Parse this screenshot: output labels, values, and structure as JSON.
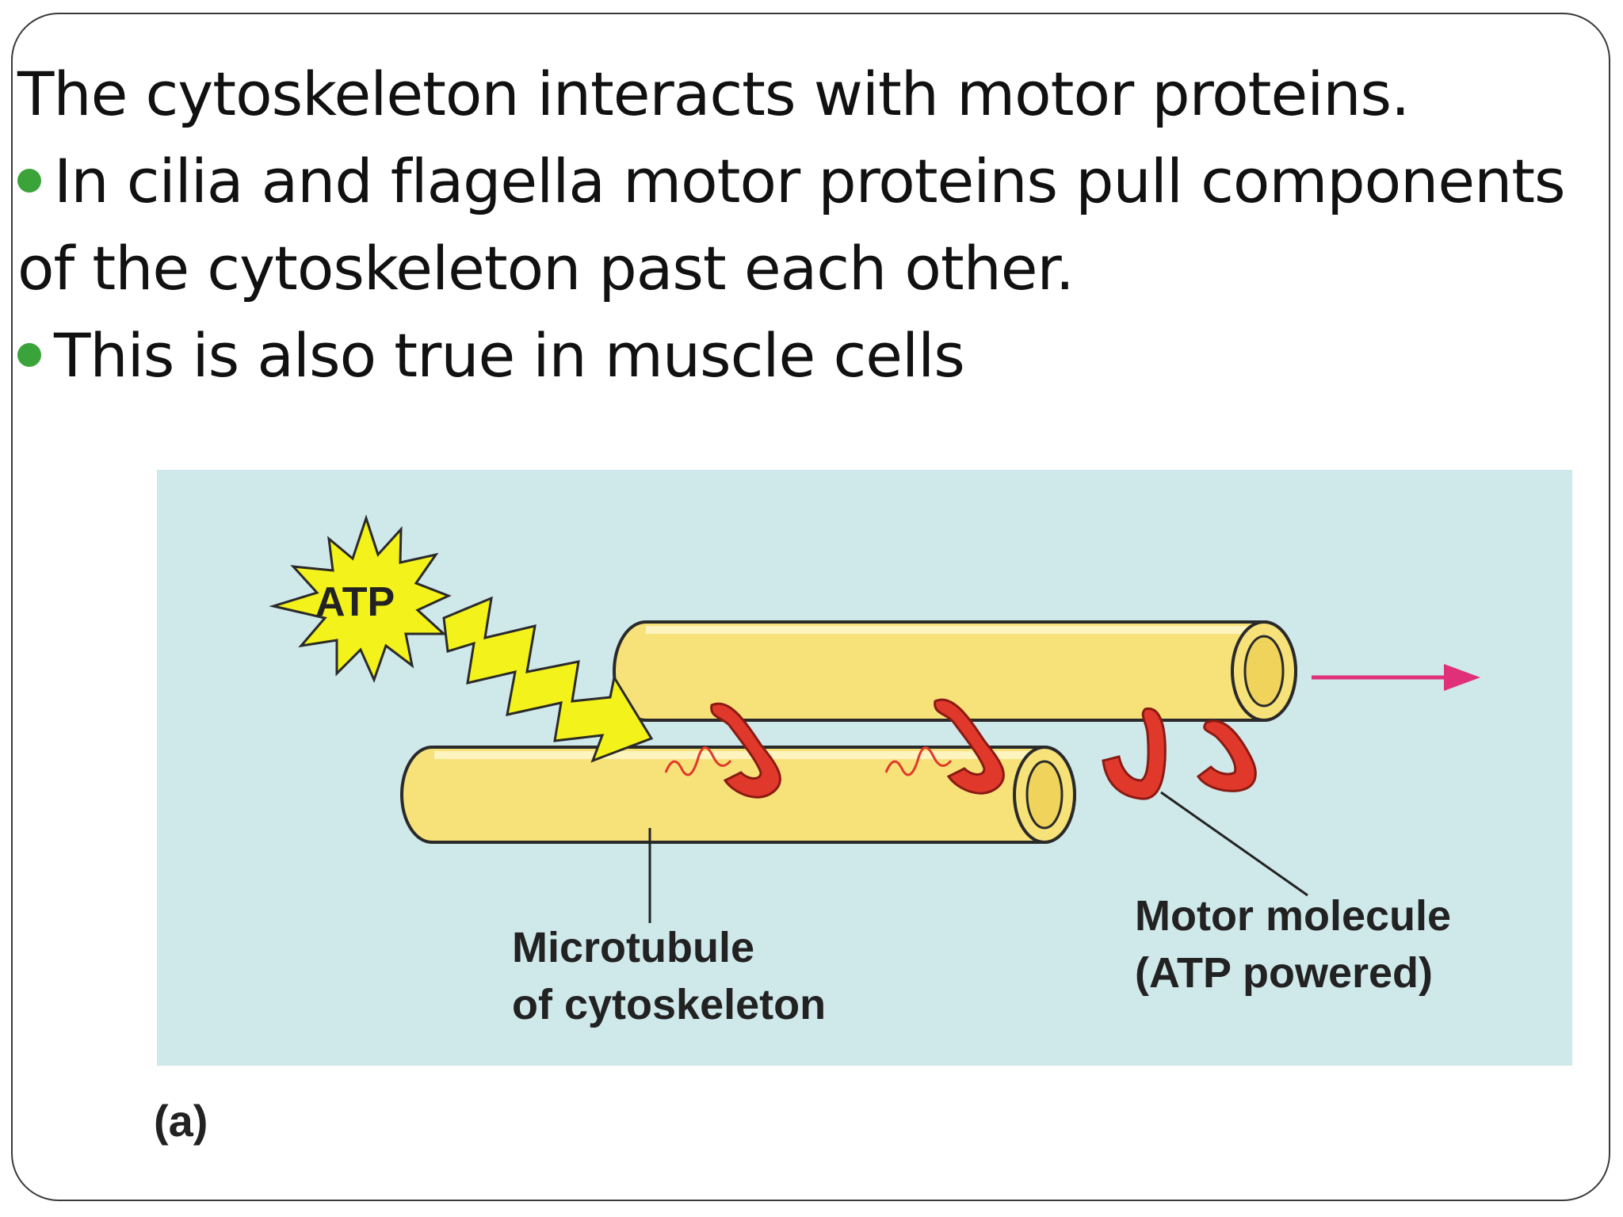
{
  "slide": {
    "title_line": "The cytoskeleton interacts with motor proteins.",
    "bullets": [
      {
        "line1": "In cilia and flagella motor proteins pull components",
        "line2": "of the cytoskeleton past each other."
      },
      {
        "line1": "This is also true in muscle cells"
      }
    ]
  },
  "diagram": {
    "atp_label": "ATP",
    "microtubule_label_1": "Microtubule",
    "microtubule_label_2": "of cytoskeleton",
    "motor_label_1": "Motor molecule",
    "motor_label_2": "(ATP powered)",
    "panel_letter": "(a)",
    "colors": {
      "panel_bg": "#cfe8ea",
      "tube_fill": "#f7e27a",
      "motor_red": "#e0392b",
      "arrow_pink": "#e0307a",
      "atp_star": "#f3f21a",
      "bullet_green": "#3aa43a"
    }
  }
}
